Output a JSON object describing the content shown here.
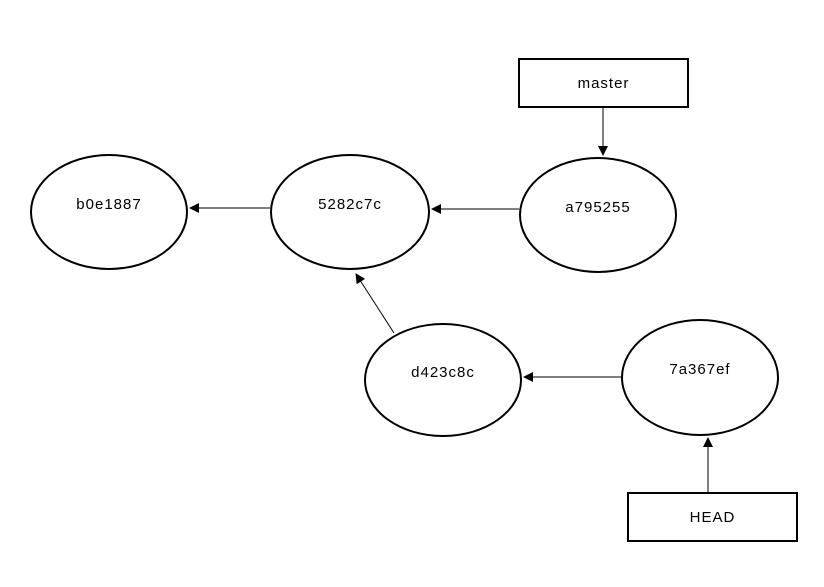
{
  "diagram": {
    "type": "git-commit-graph",
    "background_color": "#ffffff",
    "line_color": "#000000",
    "nodes": {
      "commits": [
        {
          "label": "b0e1887",
          "shape": "ellipse"
        },
        {
          "label": "5282c7c",
          "shape": "ellipse"
        },
        {
          "label": "a795255",
          "shape": "ellipse"
        },
        {
          "label": "d423c8c",
          "shape": "ellipse"
        },
        {
          "label": "7a367ef",
          "shape": "ellipse"
        }
      ],
      "refs": [
        {
          "label": "master",
          "shape": "rectangle",
          "points_to": "a795255"
        },
        {
          "label": "HEAD",
          "shape": "rectangle",
          "points_to": "7a367ef"
        }
      ]
    },
    "edges": [
      {
        "from": "master",
        "to": "a795255"
      },
      {
        "from": "a795255",
        "to": "5282c7c"
      },
      {
        "from": "5282c7c",
        "to": "b0e1887"
      },
      {
        "from": "7a367ef",
        "to": "d423c8c"
      },
      {
        "from": "d423c8c",
        "to": "5282c7c"
      },
      {
        "from": "HEAD",
        "to": "7a367ef"
      }
    ]
  }
}
